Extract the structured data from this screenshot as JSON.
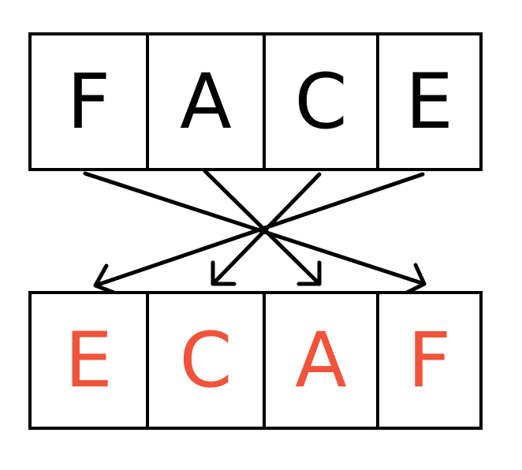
{
  "colors": {
    "ink": "#000000",
    "accent": "#f0533a",
    "background": "#ffffff"
  },
  "top_row": {
    "letters": [
      "F",
      "A",
      "C",
      "E"
    ]
  },
  "bottom_row": {
    "letters": [
      "E",
      "C",
      "A",
      "F"
    ]
  },
  "mapping": [
    {
      "from": 0,
      "to": 3
    },
    {
      "from": 1,
      "to": 2
    },
    {
      "from": 2,
      "to": 1
    },
    {
      "from": 3,
      "to": 0
    }
  ]
}
